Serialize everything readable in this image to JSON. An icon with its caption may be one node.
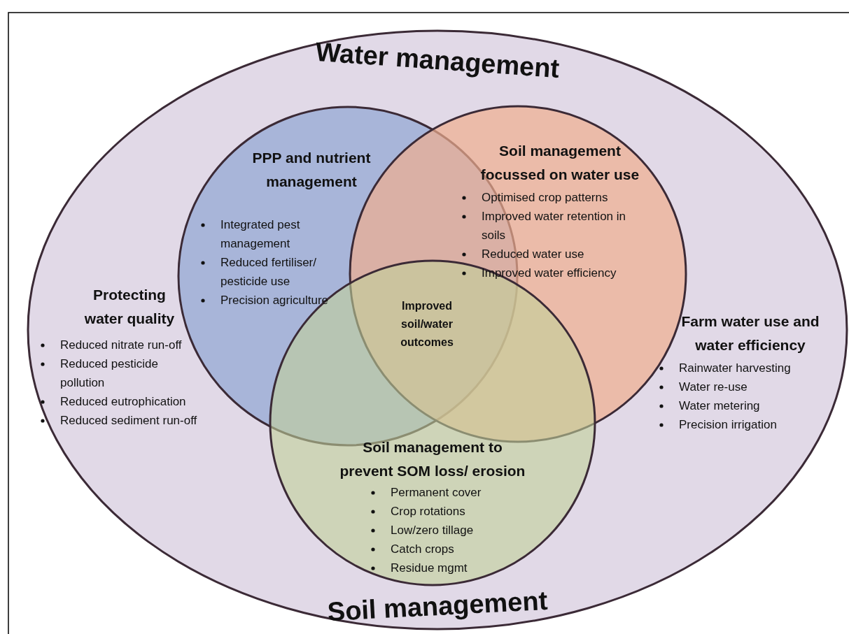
{
  "diagram": {
    "nodes": [
      {
        "text": [
          "Water management",
          "Soil management"
        ]
      },
      {
        "text": [
          "PPP and nutrient management",
          "Integrated pest management",
          "Reduced fertiliser/ pesticide use",
          "Precision agriculture"
        ],
        "in": 0
      },
      {
        "text": [
          "Soil management focussed on water use",
          "Optimised crop patterns",
          "Improved water retention in soils",
          "Reduced water use",
          "Improved water efficiency"
        ],
        "in": 0
      },
      {
        "text": [
          "Soil management to prevent SOM loss/ erosion",
          "Permanent cover",
          "Crop rotations",
          "Low/zero tillage",
          "Catch crops",
          "Residue mgmt"
        ],
        "in": 0
      }
    ],
    "edges": [],
    "labels": [
      "Improved soil/water outcomes",
      "Protecting water quality",
      "Reduced nitrate run-off",
      "Reduced pesticide pollution",
      "Reduced eutrophication",
      "Reduced sediment run-off",
      "Farm water use and water efficiency",
      "Rainwater harvesting",
      "Water re-use",
      "Water metering",
      "Precision irrigation"
    ]
  }
}
